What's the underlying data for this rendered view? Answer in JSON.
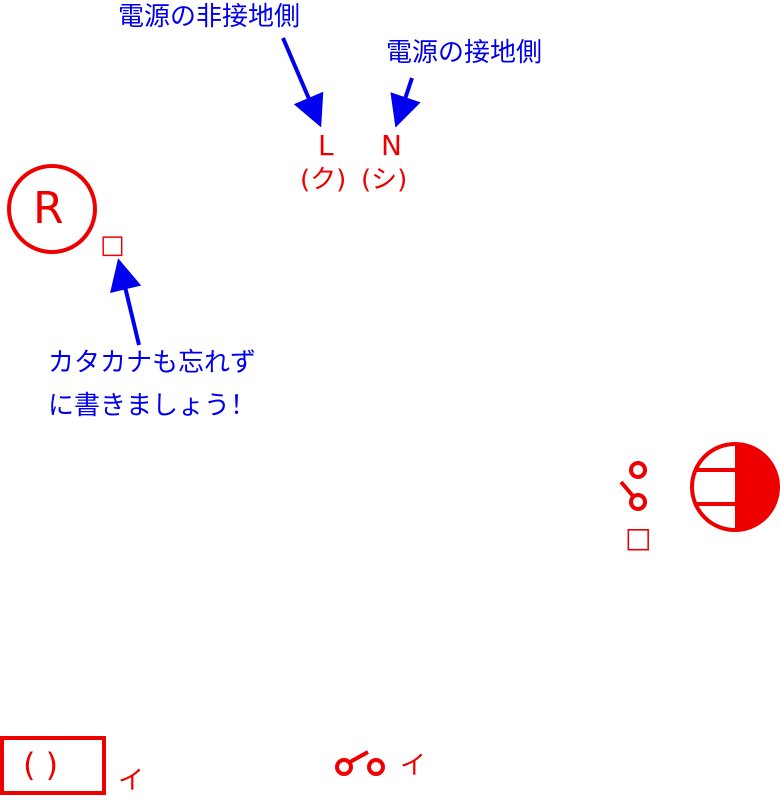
{
  "annotations": {
    "ungrounded_label": "電源の非接地側",
    "grounded_label": "電源の接地側",
    "reminder_line1": "カタカナも忘れず",
    "reminder_line2": "に書きましょう！"
  },
  "power_source": {
    "l_letter": "L",
    "l_kana": "(ク)",
    "n_letter": "N",
    "n_kana": "(シ)"
  },
  "receptacle": {
    "symbol_letter": "R",
    "blank_box": "□"
  },
  "switch_right": {
    "blank_box": "□"
  },
  "bottom": {
    "box_text": "(    )",
    "box_suffix": "イ",
    "switch_suffix": "イ"
  },
  "colors": {
    "annotation": "#0000ee",
    "symbol": "#ee0000"
  }
}
